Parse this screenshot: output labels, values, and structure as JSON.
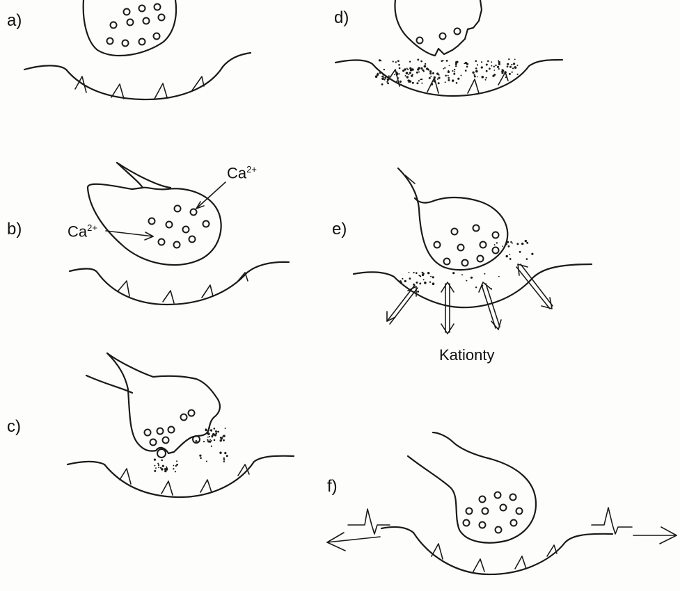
{
  "panels": {
    "a": "a)",
    "b": "b)",
    "c": "c)",
    "d": "d)",
    "e": "e)",
    "f": "f)"
  },
  "ions": {
    "ca_base": "Ca",
    "ca_charge": "2+"
  },
  "cations_label": "Kationty",
  "icons": [
    "synapse-terminal",
    "vesicle",
    "receptor",
    "double-arrow",
    "action-potential-spike",
    "arrow"
  ],
  "colors": {
    "ink": "#1a1a1a",
    "paper": "#fdfdfc"
  }
}
